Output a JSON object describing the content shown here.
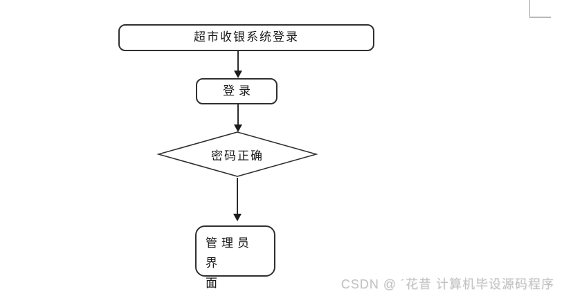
{
  "page": {
    "background_color": "#ffffff",
    "stroke_color": "#2f2f2f",
    "corner_mark_color": "#b0b0b0"
  },
  "flowchart": {
    "type": "flowchart",
    "direction": "top-down",
    "nodes": {
      "start": {
        "shape": "rounded-rect",
        "label": "超市收银系统登录"
      },
      "login": {
        "shape": "rounded-rect",
        "label": "登录"
      },
      "decision": {
        "shape": "diamond",
        "label": "密码正确"
      },
      "admin": {
        "shape": "rounded-rect",
        "label": "管理员界面",
        "lines": [
          "管理员界",
          "面"
        ]
      }
    },
    "edges": [
      {
        "from": "start",
        "to": "login"
      },
      {
        "from": "login",
        "to": "decision"
      },
      {
        "from": "decision",
        "to": "admin"
      }
    ]
  },
  "watermark": {
    "text": "CSDN @ ´花昔  计算机毕设源码程序",
    "color": "#c2c2c2"
  }
}
